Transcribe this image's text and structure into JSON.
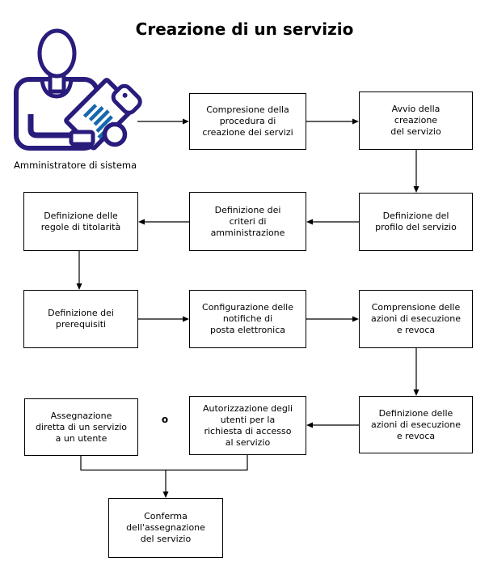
{
  "title": "Creazione di un servizio",
  "actor": {
    "label": "Amministratore di sistema",
    "icon": "admin-person-with-clipboard"
  },
  "or_label": "o",
  "colors": {
    "icon_outline": "#281c7c",
    "icon_fill": "#1366a8",
    "icon_paper_lines": "#1568ad",
    "box_border": "#000000",
    "connector": "#000000",
    "background": "#ffffff"
  },
  "nodes": [
    {
      "id": "comprensione-procedura",
      "label": "Compresione della\nprocedura di\ncreazione dei servizi"
    },
    {
      "id": "avvio-creazione",
      "label": "Avvio della\ncreazione\ndel servizio"
    },
    {
      "id": "profilo-servizio",
      "label": "Definizione del\nprofilo del servizio"
    },
    {
      "id": "criteri-amministrazione",
      "label": "Definizione dei\ncriteri di\namministrazione"
    },
    {
      "id": "regole-titolarita",
      "label": "Definizione delle\nregole di titolarità"
    },
    {
      "id": "prerequisiti",
      "label": "Definizione dei\nprerequisiti"
    },
    {
      "id": "notifiche-posta",
      "label": "Configurazione delle\nnotifiche di\nposta elettronica"
    },
    {
      "id": "comprensione-azioni",
      "label": "Comprensione delle\nazioni di esecuzione\ne revoca"
    },
    {
      "id": "definizione-azioni",
      "label": "Definizione delle\nazioni di esecuzione\ne revoca"
    },
    {
      "id": "assegnazione-diretta",
      "label": "Assegnazione\ndiretta di un servizio\na un utente"
    },
    {
      "id": "autorizzazione-utenti",
      "label": "Autorizzazione degli\nutenti per la\nrichiesta di accesso\nal servizio"
    },
    {
      "id": "conferma-assegnazione",
      "label": "Conferma\ndell'assegnazione\ndel servizio"
    }
  ],
  "edges": [
    {
      "from": "amministratore-di-sistema",
      "to": "comprensione-procedura"
    },
    {
      "from": "comprensione-procedura",
      "to": "avvio-creazione"
    },
    {
      "from": "avvio-creazione",
      "to": "profilo-servizio"
    },
    {
      "from": "profilo-servizio",
      "to": "criteri-amministrazione"
    },
    {
      "from": "criteri-amministrazione",
      "to": "regole-titolarita"
    },
    {
      "from": "regole-titolarita",
      "to": "prerequisiti"
    },
    {
      "from": "prerequisiti",
      "to": "notifiche-posta"
    },
    {
      "from": "notifiche-posta",
      "to": "comprensione-azioni"
    },
    {
      "from": "comprensione-azioni",
      "to": "definizione-azioni"
    },
    {
      "from": "definizione-azioni",
      "to": "autorizzazione-utenti"
    },
    {
      "from": [
        "assegnazione-diretta",
        "autorizzazione-utenti"
      ],
      "to": "conferma-assegnazione"
    },
    {
      "between": [
        "assegnazione-diretta",
        "autorizzazione-utenti"
      ],
      "label": "o"
    }
  ]
}
